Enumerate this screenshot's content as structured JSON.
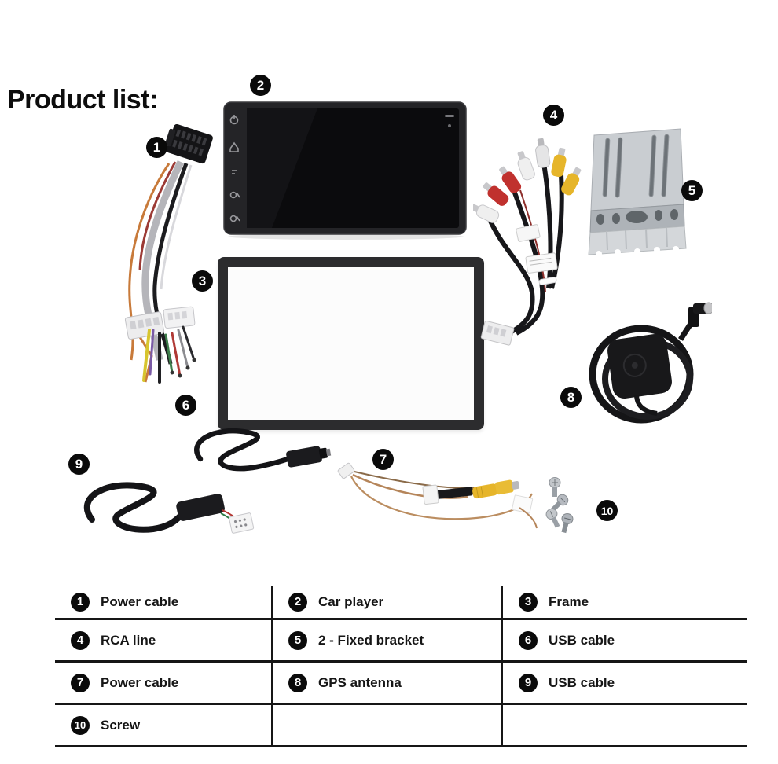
{
  "title": "Product list:",
  "callouts": [
    {
      "num": "1",
      "item": "Power cable"
    },
    {
      "num": "2",
      "item": "Car player"
    },
    {
      "num": "3",
      "item": "Frame"
    },
    {
      "num": "4",
      "item": "RCA line"
    },
    {
      "num": "5",
      "item": "2 - Fixed bracket"
    },
    {
      "num": "6",
      "item": "USB cable"
    },
    {
      "num": "7",
      "item": "Power cable"
    },
    {
      "num": "8",
      "item": "GPS antenna"
    },
    {
      "num": "9",
      "item": "USB cable"
    },
    {
      "num": "10",
      "item": "Screw"
    }
  ],
  "table": {
    "rows": [
      [
        {
          "num": "1",
          "label": "Power cable"
        },
        {
          "num": "2",
          "label": "Car player"
        },
        {
          "num": "3",
          "label": "Frame"
        }
      ],
      [
        {
          "num": "4",
          "label": "RCA line"
        },
        {
          "num": "5",
          "label": "2 - Fixed bracket"
        },
        {
          "num": "6",
          "label": "USB cable"
        }
      ],
      [
        {
          "num": "7",
          "label": "Power cable"
        },
        {
          "num": "8",
          "label": "GPS antenna"
        },
        {
          "num": "9",
          "label": "USB cable"
        }
      ],
      [
        {
          "num": "10",
          "label": "Screw"
        },
        {
          "num": "",
          "label": ""
        },
        {
          "num": "",
          "label": ""
        }
      ]
    ]
  },
  "colors": {
    "background": "#ffffff",
    "text": "#141414",
    "badge_bg": "#0a0a0a",
    "badge_text": "#ffffff",
    "table_line": "#161616",
    "device_black": "#1b1b1d",
    "frame_black": "#2c2c2e",
    "bracket_gray": "#c9cdd1",
    "rca_red": "#c0312e",
    "rca_yellow": "#e6b52a",
    "rca_white": "#efefef",
    "wire_orange": "#c87a3a",
    "wire_yellow": "#d7c52e",
    "wire_purple": "#7a5aa5",
    "wire_green": "#3c7d4a"
  }
}
